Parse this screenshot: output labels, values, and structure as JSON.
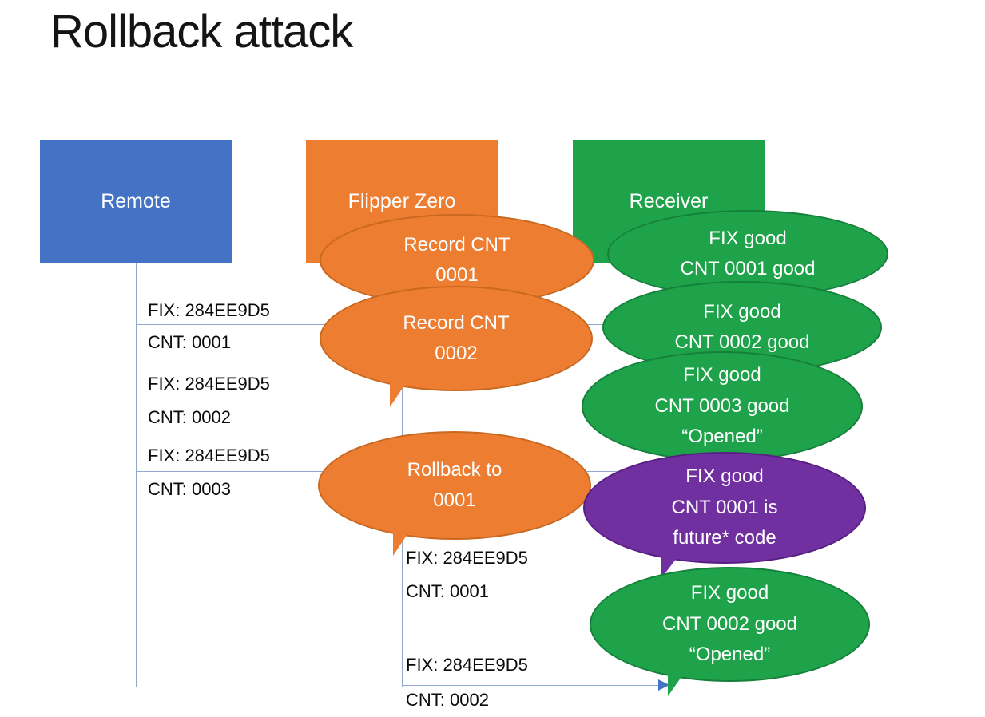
{
  "title": "Rollback attack",
  "actors": {
    "remote": {
      "label": "Remote",
      "color": "#4472C4"
    },
    "flipper": {
      "label": "Flipper Zero",
      "color": "#ED7D31"
    },
    "receiver": {
      "label": "Receiver",
      "color": "#1EA34A"
    }
  },
  "messages": [
    {
      "fix": "FIX: 284EE9D5",
      "cnt": "CNT: 0001"
    },
    {
      "fix": "FIX: 284EE9D5",
      "cnt": "CNT: 0002"
    },
    {
      "fix": "FIX: 284EE9D5",
      "cnt": "CNT: 0003"
    },
    {
      "fix": "FIX: 284EE9D5",
      "cnt": "CNT: 0001"
    },
    {
      "fix": "FIX: 284EE9D5",
      "cnt": "CNT: 0002"
    }
  ],
  "bubbles": [
    {
      "color": "#ED7D31",
      "lines": [
        "Record CNT",
        "0001"
      ]
    },
    {
      "color": "#ED7D31",
      "lines": [
        "Record CNT",
        "0002"
      ]
    },
    {
      "color": "#ED7D31",
      "lines": [
        "Rollback to",
        "0001"
      ]
    },
    {
      "color": "#1EA34A",
      "lines": [
        "FIX good",
        "CNT 0001 good"
      ]
    },
    {
      "color": "#1EA34A",
      "lines": [
        "FIX good",
        "CNT 0002 good"
      ]
    },
    {
      "color": "#1EA34A",
      "lines": [
        "FIX good",
        "CNT 0003 good",
        "“Opened”"
      ]
    },
    {
      "color": "#7030A0",
      "lines": [
        "FIX good",
        "CNT 0001 is",
        "future* code"
      ]
    },
    {
      "color": "#1EA34A",
      "lines": [
        "FIX good",
        "CNT 0002 good",
        "“Opened”"
      ]
    }
  ]
}
